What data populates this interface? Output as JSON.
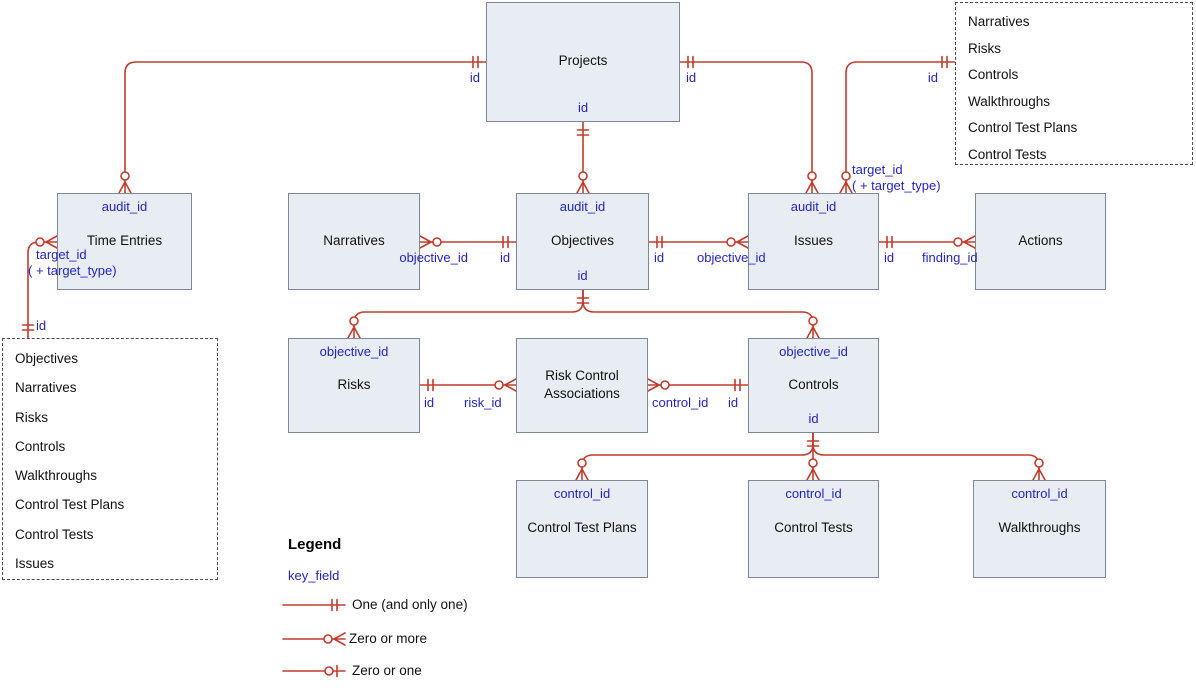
{
  "diagram": {
    "entities": {
      "projects": {
        "title": "Projects",
        "bottom_key": "id"
      },
      "time_entries": {
        "title": "Time Entries",
        "top_key": "audit_id"
      },
      "narratives": {
        "title": "Narratives"
      },
      "objectives": {
        "title": "Objectives",
        "top_key": "audit_id",
        "bottom_key": "id"
      },
      "issues": {
        "title": "Issues",
        "top_key": "audit_id"
      },
      "actions": {
        "title": "Actions"
      },
      "risks": {
        "title": "Risks",
        "top_key": "objective_id"
      },
      "risk_control_associations": {
        "title": "Risk Control Associations"
      },
      "controls": {
        "title": "Controls",
        "top_key": "objective_id",
        "bottom_key": "id"
      },
      "control_test_plans": {
        "title": "Control Test Plans",
        "top_key": "control_id"
      },
      "control_tests": {
        "title": "Control Tests",
        "top_key": "control_id"
      },
      "walkthroughs": {
        "title": "Walkthroughs",
        "top_key": "control_id"
      }
    },
    "polymorphic_lists": {
      "issues_targets": [
        "Narratives",
        "Risks",
        "Controls",
        "Walkthroughs",
        "Control Test Plans",
        "Control Tests"
      ],
      "time_entry_targets": [
        "Objectives",
        "Narratives",
        "Risks",
        "Controls",
        "Walkthroughs",
        "Control Test Plans",
        "Control Tests",
        "Issues"
      ]
    },
    "edge_labels": {
      "projects_time_entries_id": "id",
      "projects_issues_id": "id",
      "issues_targets_id": "id",
      "issues_target_id": "target_id",
      "issues_target_type": "( + target_type)",
      "time_entries_target_id": "target_id",
      "time_entries_target_type": "( + target_type)",
      "time_entries_targets_id": "id",
      "narratives_objective_id": "objective_id",
      "objectives_narratives_id": "id",
      "objectives_issues_id": "id",
      "issues_objective_id": "objective_id",
      "issues_actions_id": "id",
      "actions_finding_id": "finding_id",
      "risks_id": "id",
      "rca_risk_id": "risk_id",
      "rca_control_id": "control_id",
      "controls_id": "id"
    },
    "legend": {
      "title": "Legend",
      "key_field": "key_field",
      "items": [
        "One (and only one)",
        "Zero or more",
        "Zero or one"
      ]
    },
    "colors": {
      "line": "#c23b2b",
      "key_text": "#2323cc",
      "entity_fill": "#e8ecf3",
      "entity_border": "#7d8798"
    }
  }
}
